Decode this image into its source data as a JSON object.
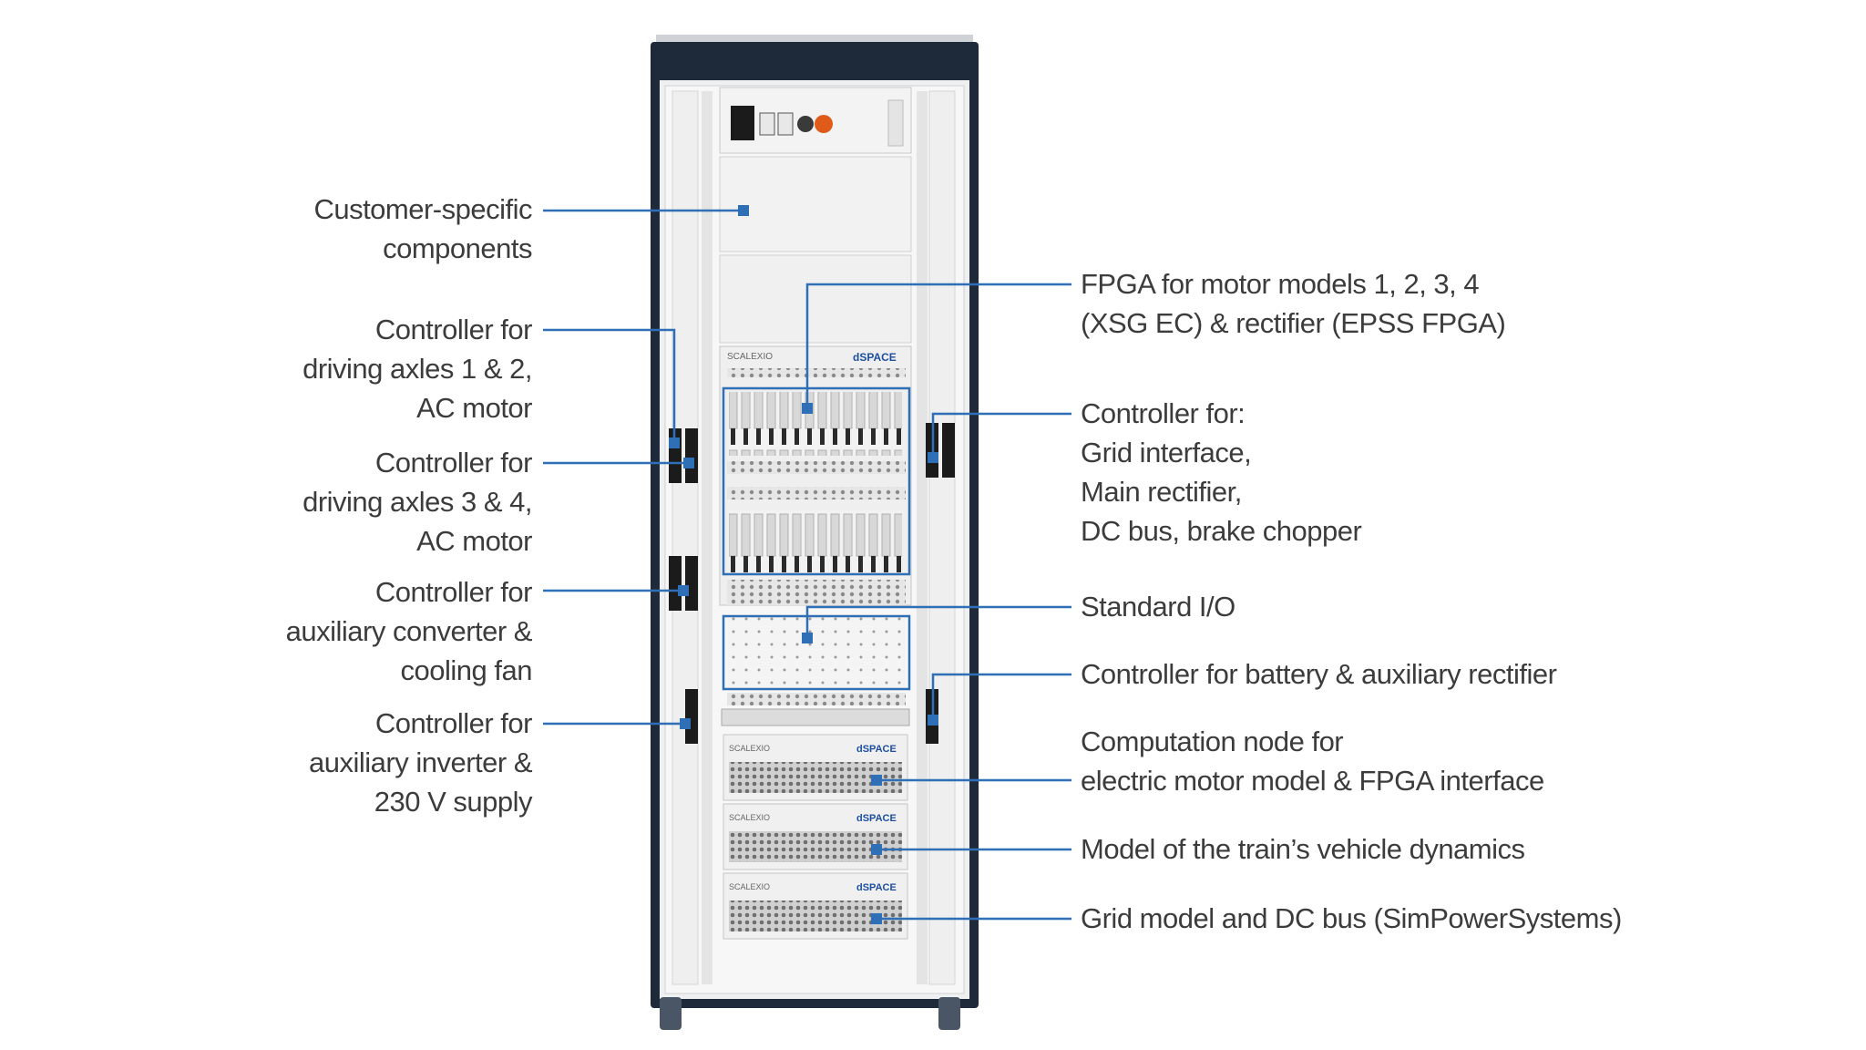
{
  "diagram": {
    "left_labels": [
      {
        "id": "customer",
        "lines": [
          "Customer-specific",
          "components"
        ]
      },
      {
        "id": "axles12",
        "lines": [
          "Controller for",
          "driving axles 1 & 2,",
          "AC motor"
        ]
      },
      {
        "id": "axles34",
        "lines": [
          "Controller for",
          "driving axles 3 & 4,",
          "AC motor"
        ]
      },
      {
        "id": "auxconv",
        "lines": [
          "Controller for",
          "auxiliary converter &",
          "cooling fan"
        ]
      },
      {
        "id": "auxinv",
        "lines": [
          "Controller for",
          "auxiliary inverter &",
          "230 V supply"
        ]
      }
    ],
    "right_labels": [
      {
        "id": "fpga",
        "lines": [
          "FPGA for motor models 1, 2, 3, 4",
          "(XSG EC) & rectifier (EPSS FPGA)"
        ]
      },
      {
        "id": "grid",
        "lines": [
          "Controller for:",
          "Grid interface,",
          "Main rectifier,",
          "DC bus, brake chopper"
        ]
      },
      {
        "id": "stdio",
        "lines": [
          "Standard I/O"
        ]
      },
      {
        "id": "battery",
        "lines": [
          "Controller for battery & auxiliary rectifier"
        ]
      },
      {
        "id": "compnode",
        "lines": [
          "Computation node for",
          "electric motor model & FPGA interface"
        ]
      },
      {
        "id": "vehdyn",
        "lines": [
          "Model of the train’s vehicle dynamics"
        ]
      },
      {
        "id": "gridmodel",
        "lines": [
          "Grid model and DC bus (SimPowerSystems)"
        ]
      }
    ],
    "rack_text": {
      "brand": "dSPACE",
      "product": "SCALEXIO",
      "brand2": "dSPACE",
      "product2": "SCALEXIO",
      "brand3": "dSPACE",
      "product3": "SCALEXIO",
      "brand4": "dSPACE",
      "product4": "SCALEXIO"
    },
    "colors": {
      "leader": "#2f6fb5",
      "marker": "#2f6fb5",
      "frame": "#1e2a3a",
      "text": "#3c3c3c"
    }
  }
}
